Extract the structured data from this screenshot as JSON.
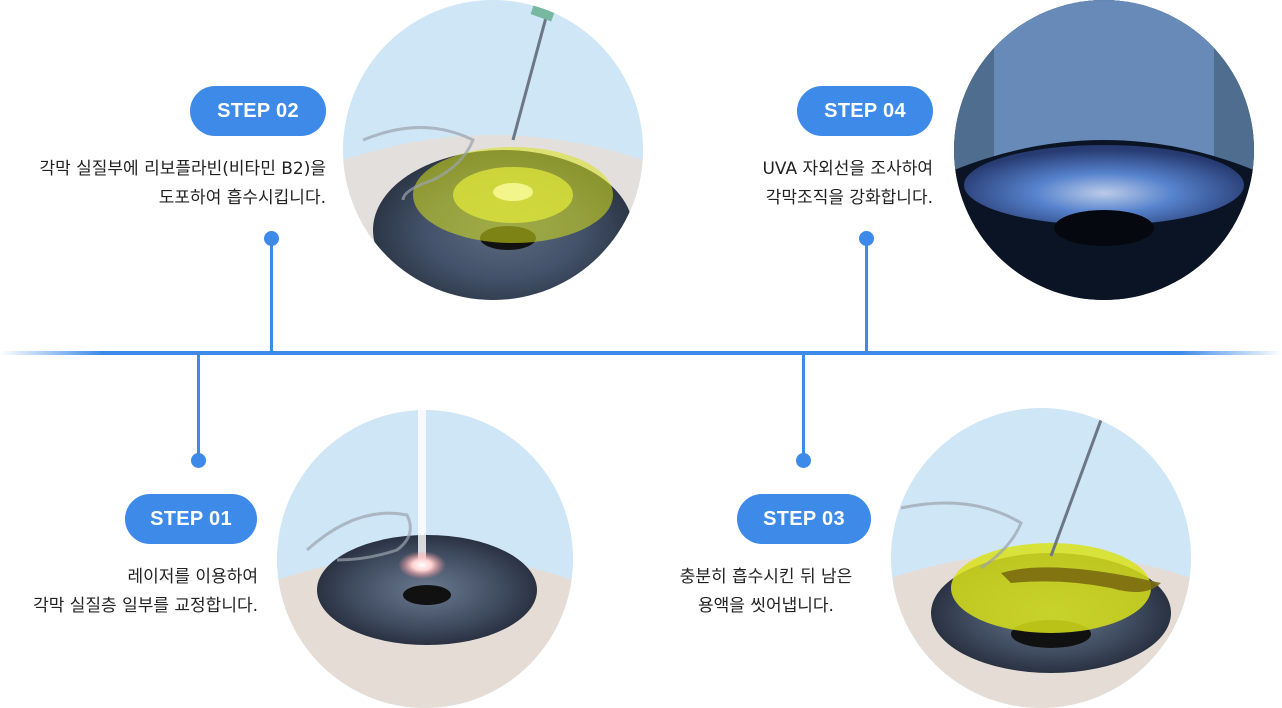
{
  "steps": {
    "step01": {
      "label": "STEP 01",
      "line1": "레이저를 이용하여",
      "line2": "각막 실질층 일부를 교정합니다."
    },
    "step02": {
      "label": "STEP 02",
      "line1": "각막 실질부에 리보플라빈(비타민 B2)을",
      "line2": "도포하여 흡수시킵니다."
    },
    "step03": {
      "label": "STEP 03",
      "line1": "충분히 흡수시킨 뒤 남은",
      "line2": "용액을 씻어냅니다."
    },
    "step04": {
      "label": "STEP 04",
      "line1": "UVA 자외선을 조사하여",
      "line2": "각막조직을 강화합니다."
    }
  },
  "colors": {
    "accent": "#3d8ae8",
    "riboflavin": "#d8e21a",
    "uva": "#5b82c9"
  }
}
